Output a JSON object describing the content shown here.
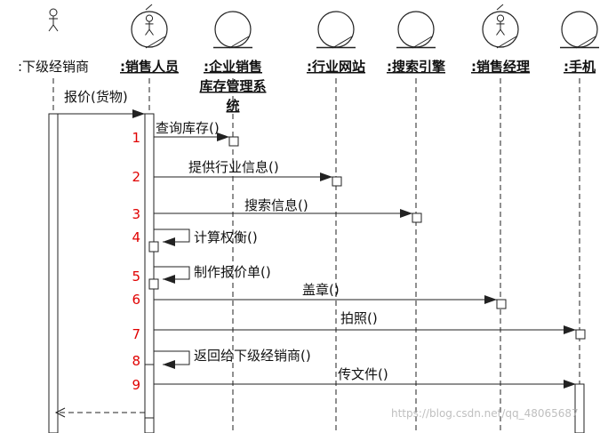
{
  "participants": [
    {
      "name": ":下级经销商",
      "icon": "actor",
      "underline": false
    },
    {
      "name": ":销售人员",
      "icon": "business-worker",
      "underline": true
    },
    {
      "name": ":企业销售库存管理系统",
      "lines": [
        ":企业销售",
        "库存管理系",
        "统"
      ],
      "icon": "business-entity",
      "underline": true
    },
    {
      "name": ":行业网站",
      "icon": "business-entity",
      "underline": true
    },
    {
      "name": ":搜索引擎",
      "icon": "business-entity",
      "underline": true
    },
    {
      "name": ":销售经理",
      "icon": "business-worker",
      "underline": true
    },
    {
      "name": ":手机",
      "icon": "business-entity",
      "underline": true
    }
  ],
  "messages": [
    {
      "num": "",
      "label": "报价(货物)",
      "from": 0,
      "to": 1,
      "kind": "sync"
    },
    {
      "num": "1",
      "label": "查询库存()",
      "from": 1,
      "to": 2,
      "kind": "sync"
    },
    {
      "num": "2",
      "label": "提供行业信息()",
      "from": 1,
      "to": 3,
      "kind": "sync"
    },
    {
      "num": "3",
      "label": "搜索信息()",
      "from": 1,
      "to": 4,
      "kind": "sync"
    },
    {
      "num": "4",
      "label": "计算权衡()",
      "from": 1,
      "to": 1,
      "kind": "self"
    },
    {
      "num": "5",
      "label": "制作报价单()",
      "from": 1,
      "to": 1,
      "kind": "self"
    },
    {
      "num": "6",
      "label": "盖章()",
      "from": 1,
      "to": 5,
      "kind": "sync"
    },
    {
      "num": "7",
      "label": "拍照()",
      "from": 1,
      "to": 6,
      "kind": "sync"
    },
    {
      "num": "8",
      "label": "返回给下级经销商()",
      "from": 1,
      "to": 1,
      "kind": "self"
    },
    {
      "num": "9",
      "label": "传文件()",
      "from": 1,
      "to": 6,
      "kind": "sync"
    },
    {
      "num": "",
      "label": "",
      "from": 1,
      "to": 0,
      "kind": "return"
    }
  ],
  "watermark": "https://blog.csdn.net/qq_48065687",
  "colors": {
    "line": "#222222",
    "number": "#e00000"
  }
}
